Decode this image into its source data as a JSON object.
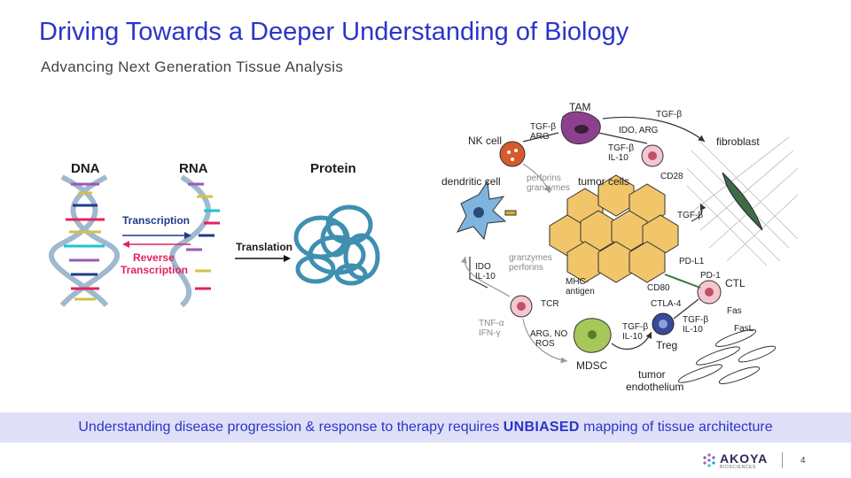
{
  "title": "Driving Towards a Deeper Understanding of Biology",
  "subtitle": "Advancing Next Generation Tissue Analysis",
  "dogma": {
    "dna": "DNA",
    "rna": "RNA",
    "protein": "Protein",
    "transcription": "Transcription",
    "reverse_1": "Reverse",
    "reverse_2": "Transcription",
    "translation": "Translation",
    "colors": {
      "transcription": "#1f3a8a",
      "reverse": "#e0245e",
      "protein": "#3e8fb0"
    }
  },
  "immune": {
    "tam": "TAM",
    "tgf_b_top": "TGF-β",
    "fibroblast": "fibroblast",
    "nk_cell": "NK cell",
    "tgf_arg_1": "TGF-β",
    "tgf_arg_2": "ARG",
    "ido_arg": "IDO, ARG",
    "tgf_il10_1": "TGF-β",
    "tgf_il10_2": "IL-10",
    "perforins_1": "perforins",
    "perforins_2": "granzymes",
    "dendritic": "dendritic cell",
    "tumor_cells": "tumor cells",
    "cd28": "CD28",
    "tgf_b_fib": "TGF-β",
    "granzymes_1": "granzymes",
    "granzymes_2": "perforins",
    "ido_il10_1": "IDO",
    "ido_il10_2": "IL-10",
    "pd_l1": "PD-L1",
    "pd_1": "PD-1",
    "ctl": "CTL",
    "mhc_1": "MHC-",
    "mhc_2": "antigen",
    "cd80": "CD80",
    "tcr": "TCR",
    "ctla4": "CTLA-4",
    "fas": "Fas",
    "fasl": "FasL",
    "tnf_1": "TNF-α",
    "tnf_2": "IFN-γ",
    "arg_no_1": "ARG, NO",
    "arg_no_2": "ROS",
    "treg_tgf_1": "TGF-β",
    "treg_tgf_2": "IL-10",
    "ctl_tgf_1": "TGF-β",
    "ctl_tgf_2": "IL-10",
    "treg": "Treg",
    "mdsc": "MDSC",
    "endo_1": "tumor",
    "endo_2": "endothelium"
  },
  "banner": {
    "before": "Understanding disease progression & response to therapy requires ",
    "emphasis": "UNBIASED",
    "after": " mapping of tissue architecture"
  },
  "footer": {
    "logo_name": "AKOYA",
    "logo_sub": "BIOSCIENCES",
    "page": "4"
  }
}
